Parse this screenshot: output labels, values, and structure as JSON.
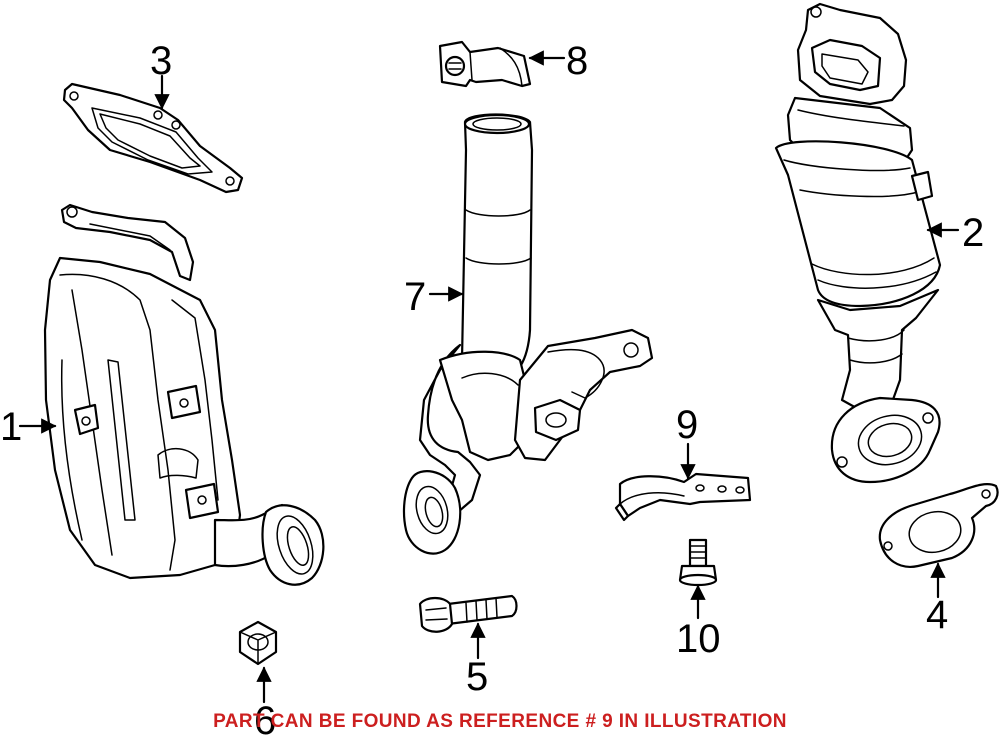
{
  "callouts": {
    "c1": "1",
    "c2": "2",
    "c3": "3",
    "c4": "4",
    "c5": "5",
    "c6": "6",
    "c7": "7",
    "c8": "8",
    "c9": "9",
    "c10": "10"
  },
  "note": "PART CAN BE FOUND AS REFERENCE # 9 IN ILLUSTRATION",
  "colors": {
    "note": "#cc1f1f",
    "line": "#000000"
  }
}
